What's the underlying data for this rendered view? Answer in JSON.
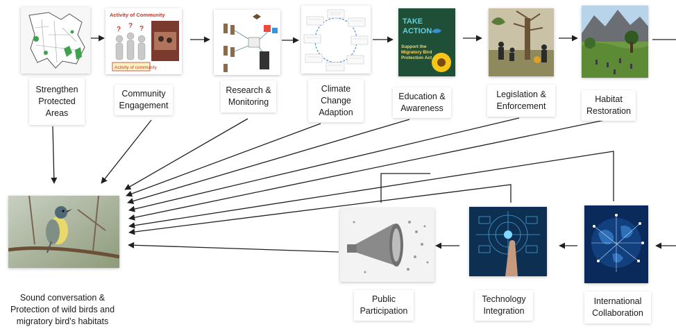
{
  "steps": {
    "protected_areas": "Strengthen\nProtected\nAreas",
    "community": "Community\nEngagement",
    "research": "Research &\nMonitoring",
    "climate": "Climate\nChange\nAdaption",
    "education": "Education &\nAwareness",
    "legislation": "Legislation &\nEnforcement",
    "habitat": "Habitat\nRestoration",
    "international": "International\nCollaboration",
    "technology": "Technology\nIntegration",
    "public": "Public\nParticipation",
    "goal": "Sound conversation &\nProtection of wild birds and\nmigratory bird’s habitats"
  },
  "images": {
    "community_title": "Activity of Community",
    "community_banner": "Activity of community",
    "take_action_1": "TAKE",
    "take_action_2": "ACTION",
    "take_action_sub": "Support the Migratory Bird Protection Act"
  },
  "colors": {
    "arrow": "#1f1f1f",
    "map_green": "#3fa34d",
    "take_action_bg": "#1f4f36"
  }
}
